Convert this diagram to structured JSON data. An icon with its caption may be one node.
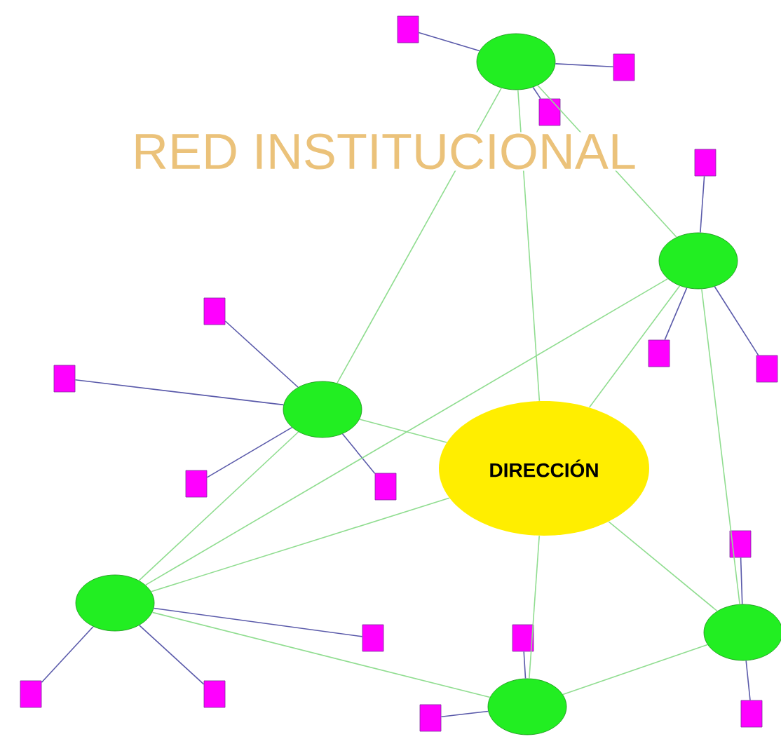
{
  "diagram": {
    "title": "RED INSTITUCIONAL",
    "nodes": [
      {
        "text": [],
        "shape": "ellipse"
      },
      {
        "text": [],
        "shape": "box"
      },
      {
        "text": [],
        "shape": "box"
      },
      {
        "text": [],
        "shape": "box"
      },
      {
        "text": [],
        "shape": "ellipse"
      },
      {
        "text": [],
        "shape": "box"
      },
      {
        "text": [],
        "shape": "box"
      },
      {
        "text": [],
        "shape": "box"
      },
      {
        "text": [],
        "shape": "ellipse"
      },
      {
        "text": [],
        "shape": "box"
      },
      {
        "text": [],
        "shape": "box"
      },
      {
        "text": [],
        "shape": "box"
      },
      {
        "text": [],
        "shape": "box"
      },
      {
        "text": [
          "DIRECCIÓN"
        ]
      },
      {
        "text": [],
        "shape": "ellipse"
      },
      {
        "text": [],
        "shape": "box"
      },
      {
        "text": [],
        "shape": "box"
      },
      {
        "text": [],
        "shape": "box"
      },
      {
        "text": [],
        "shape": "ellipse"
      },
      {
        "text": [],
        "shape": "box"
      },
      {
        "text": [],
        "shape": "box"
      },
      {
        "text": [],
        "shape": "ellipse"
      },
      {
        "text": [],
        "shape": "box"
      },
      {
        "text": [],
        "shape": "box"
      }
    ],
    "edges": [
      {
        "from": 1,
        "to": 0,
        "arrow": "none"
      },
      {
        "from": 2,
        "to": 0,
        "arrow": "none"
      },
      {
        "from": 3,
        "to": 0,
        "arrow": "none"
      },
      {
        "from": 5,
        "to": 4,
        "arrow": "none"
      },
      {
        "from": 6,
        "to": 4,
        "arrow": "none"
      },
      {
        "from": 7,
        "to": 4,
        "arrow": "none"
      },
      {
        "from": 9,
        "to": 8,
        "arrow": "none"
      },
      {
        "from": 10,
        "to": 8,
        "arrow": "none"
      },
      {
        "from": 11,
        "to": 8,
        "arrow": "none"
      },
      {
        "from": 12,
        "to": 8,
        "arrow": "none"
      },
      {
        "from": 15,
        "to": 14,
        "arrow": "none"
      },
      {
        "from": 16,
        "to": 14,
        "arrow": "none"
      },
      {
        "from": 17,
        "to": 14,
        "arrow": "none"
      },
      {
        "from": 19,
        "to": 18,
        "arrow": "none"
      },
      {
        "from": 20,
        "to": 18,
        "arrow": "none"
      },
      {
        "from": 22,
        "to": 21,
        "arrow": "none"
      },
      {
        "from": 23,
        "to": 21,
        "arrow": "none"
      },
      {
        "from": 0,
        "to": 8,
        "arrow": "none",
        "color": "#90dd90"
      },
      {
        "from": 0,
        "to": 13,
        "arrow": "none",
        "color": "#90dd90"
      },
      {
        "from": 0,
        "to": 4,
        "arrow": "none",
        "color": "#90dd90"
      },
      {
        "from": 14,
        "to": 8,
        "arrow": "none",
        "color": "#90dd90"
      },
      {
        "from": 14,
        "to": 4,
        "arrow": "none",
        "color": "#90dd90"
      },
      {
        "from": 4,
        "to": 13,
        "arrow": "none",
        "color": "#90dd90"
      },
      {
        "from": 4,
        "to": 18,
        "arrow": "none",
        "color": "#90dd90"
      },
      {
        "from": 8,
        "to": 13,
        "arrow": "none",
        "color": "#90dd90"
      },
      {
        "from": 14,
        "to": 13,
        "arrow": "none",
        "color": "#90dd90"
      },
      {
        "from": 14,
        "to": 21,
        "arrow": "none",
        "color": "#90dd90"
      },
      {
        "from": 13,
        "to": 21,
        "arrow": "none",
        "color": "#90dd90"
      },
      {
        "from": 13,
        "to": 18,
        "arrow": "none",
        "color": "#90dd90"
      },
      {
        "from": 21,
        "to": 18,
        "arrow": "none",
        "color": "#90dd90"
      }
    ]
  }
}
